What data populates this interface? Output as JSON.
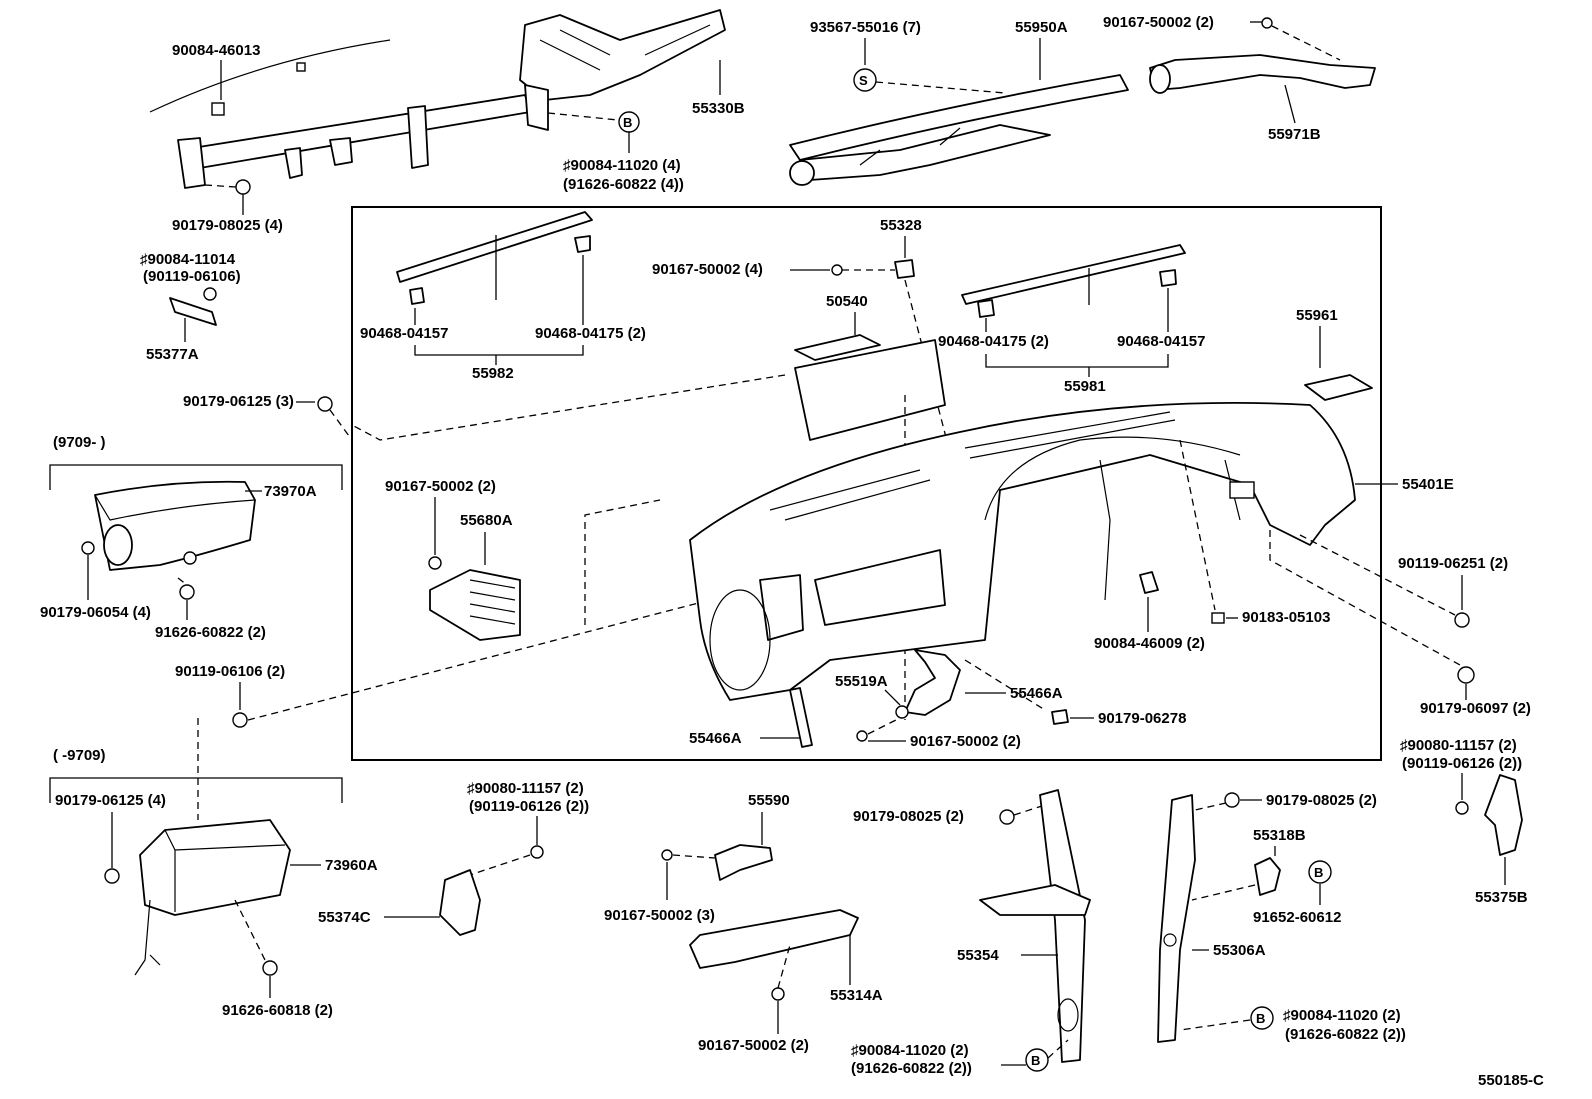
{
  "diagram_code": "550185-C",
  "boxes": {
    "airbag_new": "(9709-        )",
    "airbag_old": "(        -9709)"
  },
  "labels": {
    "p90084_46013": "90084-46013",
    "p55330B": "55330B",
    "p93567_55016": "93567-55016 (7)",
    "p55950A": "55950A",
    "p90167_50002_top": "90167-50002 (2)",
    "p55971B": "55971B",
    "p90084_11020_top_a": "♯90084-11020 (4)",
    "p90084_11020_top_b": "(91626-60822 (4))",
    "p90179_08025_a": "90179-08025 (4)",
    "p90084_11014_a": "♯90084-11014",
    "p90084_11014_b": "(90119-06106)",
    "p55377A": "55377A",
    "p90179_06125_3": "90179-06125 (3)",
    "p55328": "55328",
    "p90167_50002_4": "90167-50002 (4)",
    "p90468_04157_l": "90468-04157",
    "p90468_04175_l": "90468-04175 (2)",
    "p55982": "55982",
    "p50540": "50540",
    "p90468_04175_r": "90468-04175 (2)",
    "p90468_04157_r": "90468-04157",
    "p55981": "55981",
    "p55961": "55961",
    "p73970A": "73970A",
    "p90179_06054": "90179-06054 (4)",
    "p91626_60822": "91626-60822 (2)",
    "p90167_50002_mid": "90167-50002 (2)",
    "p55680A": "55680A",
    "p55401E": "55401E",
    "p90119_06251": "90119-06251 (2)",
    "p90183_05103": "90183-05103",
    "p90084_46009": "90084-46009 (2)",
    "p90119_06106": "90119-06106 (2)",
    "p55519A": "55519A",
    "p55466A_r": "55466A",
    "p90179_06278": "90179-06278",
    "p55466A_l": "55466A",
    "p90167_50002_bot": "90167-50002 (2)",
    "p90179_06097": "90179-06097 (2)",
    "p90080_11157_r_a": "♯90080-11157 (2)",
    "p90080_11157_r_b": "(90119-06126 (2))",
    "p55375B": "55375B",
    "p90179_06125_4": "90179-06125 (4)",
    "p73960A": "73960A",
    "p91626_60818": "91626-60818 (2)",
    "p90080_11157_l_a": "♯90080-11157 (2)",
    "p90080_11157_l_b": "(90119-06126 (2))",
    "p55374C": "55374C",
    "p55590": "55590",
    "p90167_50002_3": "90167-50002 (3)",
    "p55314A": "55314A",
    "p90167_50002_b2": "90167-50002 (2)",
    "p90179_08025_b": "90179-08025 (2)",
    "p55354": "55354",
    "p90084_11020_bl_a": "♯90084-11020 (2)",
    "p90084_11020_bl_b": "(91626-60822 (2))",
    "p90179_08025_c": "90179-08025 (2)",
    "p55318B": "55318B",
    "p91652_60612": "91652-60612",
    "p55306A": "55306A",
    "p90084_11020_br_a": "♯90084-11020 (2)",
    "p90084_11020_br_b": "(91626-60822 (2))"
  },
  "markers": {
    "B": "B",
    "S": "S"
  }
}
